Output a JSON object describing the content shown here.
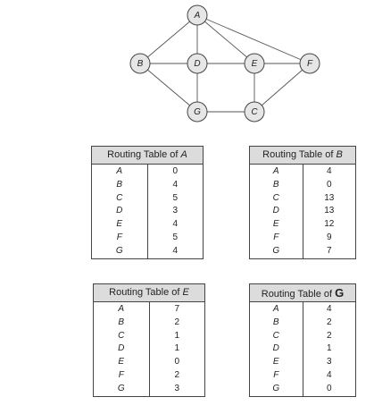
{
  "graph": {
    "nodes": [
      {
        "id": "A",
        "label": "A"
      },
      {
        "id": "B",
        "label": "B"
      },
      {
        "id": "D",
        "label": "D"
      },
      {
        "id": "E",
        "label": "E"
      },
      {
        "id": "F",
        "label": "F"
      },
      {
        "id": "G",
        "label": "G"
      },
      {
        "id": "C",
        "label": "C"
      }
    ],
    "edges": [
      [
        "A",
        "B"
      ],
      [
        "A",
        "D"
      ],
      [
        "A",
        "E"
      ],
      [
        "A",
        "F"
      ],
      [
        "B",
        "D"
      ],
      [
        "D",
        "E"
      ],
      [
        "E",
        "F"
      ],
      [
        "B",
        "G"
      ],
      [
        "D",
        "G"
      ],
      [
        "G",
        "C"
      ],
      [
        "E",
        "C"
      ],
      [
        "C",
        "F"
      ]
    ]
  },
  "tables": {
    "a": {
      "title_prefix": "Routing Table of ",
      "title_node": "A",
      "rows": [
        {
          "dest": "A",
          "dist": "0"
        },
        {
          "dest": "B",
          "dist": "4"
        },
        {
          "dest": "C",
          "dist": "5"
        },
        {
          "dest": "D",
          "dist": "3"
        },
        {
          "dest": "E",
          "dist": "4"
        },
        {
          "dest": "F",
          "dist": "5"
        },
        {
          "dest": "G",
          "dist": "4"
        }
      ]
    },
    "b": {
      "title_prefix": "Routing Table of ",
      "title_node": "B",
      "rows": [
        {
          "dest": "A",
          "dist": "4"
        },
        {
          "dest": "B",
          "dist": "0"
        },
        {
          "dest": "C",
          "dist": "13"
        },
        {
          "dest": "D",
          "dist": "13"
        },
        {
          "dest": "E",
          "dist": "12"
        },
        {
          "dest": "F",
          "dist": "9"
        },
        {
          "dest": "G",
          "dist": "7"
        }
      ]
    },
    "e": {
      "title_prefix": "Routing Table of ",
      "title_node": "E",
      "rows": [
        {
          "dest": "A",
          "dist": "7"
        },
        {
          "dest": "B",
          "dist": "2"
        },
        {
          "dest": "C",
          "dist": "1"
        },
        {
          "dest": "D",
          "dist": "1"
        },
        {
          "dest": "E",
          "dist": "0"
        },
        {
          "dest": "F",
          "dist": "2"
        },
        {
          "dest": "G",
          "dist": "3"
        }
      ]
    },
    "g": {
      "title_prefix": "Routing Table of ",
      "title_node": "G",
      "rows": [
        {
          "dest": "A",
          "dist": "4"
        },
        {
          "dest": "B",
          "dist": "2"
        },
        {
          "dest": "C",
          "dist": "2"
        },
        {
          "dest": "D",
          "dist": "1"
        },
        {
          "dest": "E",
          "dist": "3"
        },
        {
          "dest": "F",
          "dist": "4"
        },
        {
          "dest": "G",
          "dist": "0"
        }
      ]
    }
  }
}
